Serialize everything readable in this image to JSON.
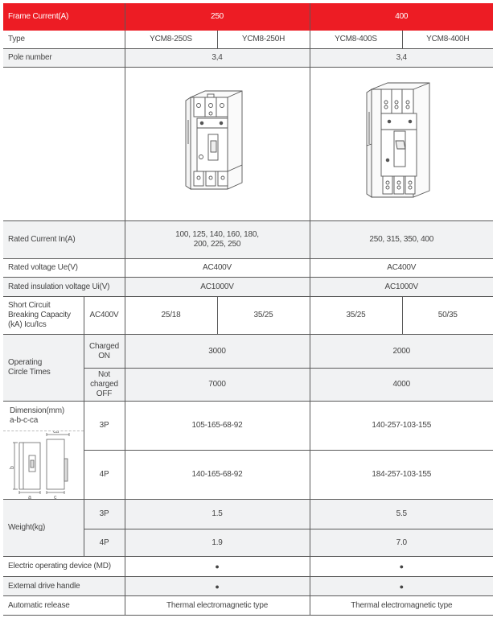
{
  "header": {
    "label": "Frame Current(A)",
    "frames": [
      "250",
      "400"
    ]
  },
  "type_row": {
    "label": "Type",
    "models": [
      "YCM8-250S",
      "YCM8-250H",
      "YCM8-400S",
      "YCM8-400H"
    ]
  },
  "pole_row": {
    "label": "Pole number",
    "values": [
      "3,4",
      "3,4"
    ]
  },
  "image_row": {
    "images": [
      "breaker-250-icon",
      "breaker-400-icon"
    ]
  },
  "rated_current": {
    "label": "Rated Current In(A)",
    "values_250": [
      "100, 125, 140, 160, 180,",
      "200, 225, 250"
    ],
    "value_400": "250, 315, 350, 400"
  },
  "rated_voltage": {
    "label": "Rated voltage Ue(V)",
    "values": [
      "AC400V",
      "AC400V"
    ]
  },
  "insulation_voltage": {
    "label": "Rated insulation voltage Ui(V)",
    "values": [
      "AC1000V",
      "AC1000V"
    ]
  },
  "short_circuit": {
    "label_lines": [
      "Short Circuit",
      "Breaking Capacity",
      "(kA) Icu/Ics"
    ],
    "sub_label": "AC400V",
    "values": [
      "25/18",
      "35/25",
      "35/25",
      "50/35"
    ]
  },
  "operating_cycles": {
    "label_lines": [
      "Operating",
      "Circle Times"
    ],
    "charged": {
      "label_lines": [
        "Charged",
        "ON"
      ],
      "values": [
        "3000",
        "2000"
      ]
    },
    "not_charged": {
      "label_lines": [
        "Not",
        "charged",
        "OFF"
      ],
      "values": [
        "7000",
        "4000"
      ]
    }
  },
  "dimension": {
    "label": "Dimension(mm)",
    "sub_label": "a-b-c-ca",
    "diagram_labels": {
      "a": "a",
      "b": "b",
      "c": "c",
      "ca": "ca"
    },
    "p3": {
      "label": "3P",
      "values": [
        "105-165-68-92",
        "140-257-103-155"
      ]
    },
    "p4": {
      "label": "4P",
      "values": [
        "140-165-68-92",
        "184-257-103-155"
      ]
    }
  },
  "weight": {
    "label": "Weight(kg)",
    "p3": {
      "label": "3P",
      "values": [
        "1.5",
        "5.5"
      ]
    },
    "p4": {
      "label": "4P",
      "values": [
        "1.9",
        "7.0"
      ]
    }
  },
  "electric_operating": {
    "label": "Electric operating device (MD)",
    "values": [
      "●",
      "●"
    ]
  },
  "external_handle": {
    "label": "Extemal drive handle",
    "values": [
      "●",
      "●"
    ]
  },
  "automatic_release": {
    "label": "Automatic release",
    "values": [
      "Thermal electromagnetic type",
      "Thermal electromagnetic type"
    ]
  },
  "colors": {
    "header_red": "#ed1c24",
    "grey_row": "#f1f2f3",
    "border": "#5a5a5a"
  }
}
